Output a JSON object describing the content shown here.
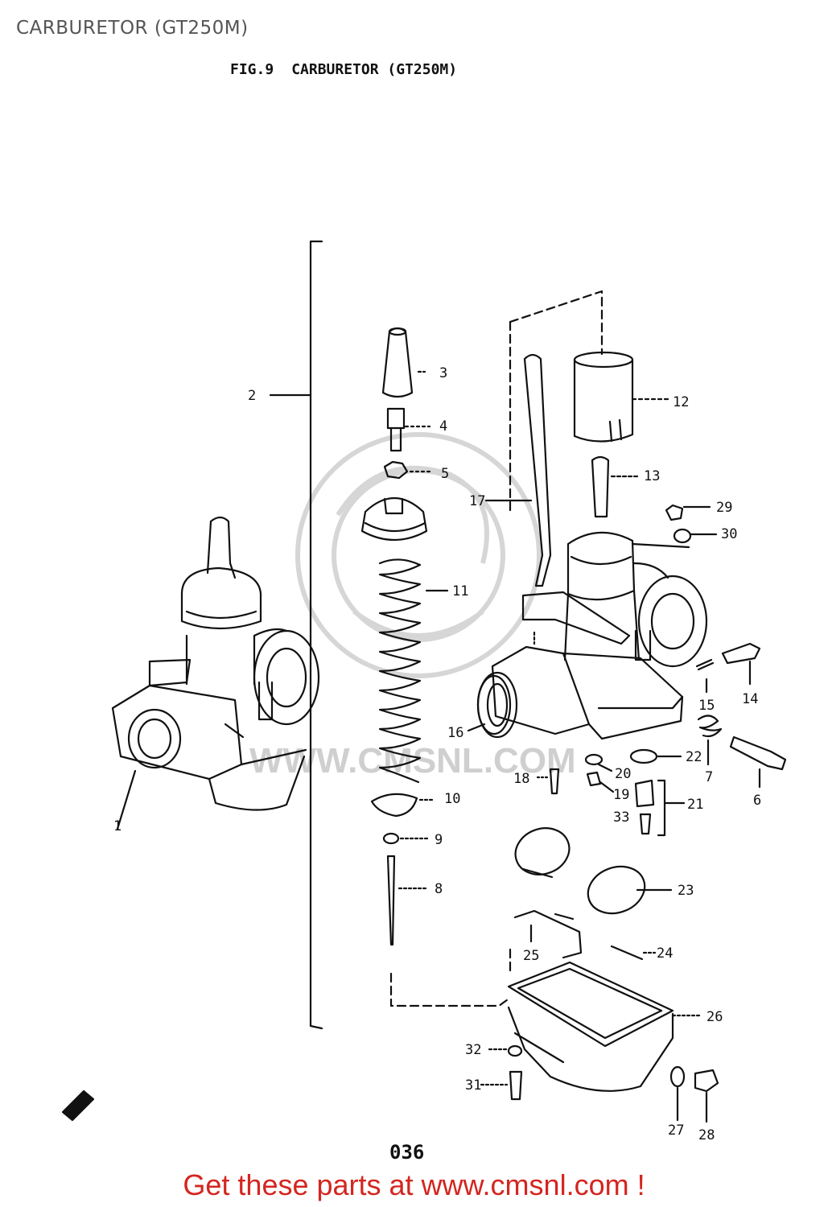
{
  "page": {
    "title": "CARBURETOR (GT250M)"
  },
  "figure": {
    "number": "FIG.9",
    "title": "CARBURETOR (GT250M)",
    "page_code": "036"
  },
  "watermark": {
    "text": "WWW.CMSNL.COM"
  },
  "callouts": [
    "1",
    "2",
    "3",
    "4",
    "5",
    "6",
    "7",
    "8",
    "9",
    "10",
    "11",
    "12",
    "13",
    "14",
    "15",
    "16",
    "17",
    "18",
    "19",
    "20",
    "21",
    "22",
    "23",
    "24",
    "25",
    "26",
    "27",
    "28",
    "29",
    "30",
    "31",
    "32",
    "33"
  ],
  "footer": {
    "prefix": "Get these parts at ",
    "link": "www.cmsnl.com",
    "suffix": " !"
  },
  "colors": {
    "footer_text": "#d3261f",
    "page_title": "#555555",
    "line_art": "#111111",
    "watermark": "#cfcfcf"
  }
}
